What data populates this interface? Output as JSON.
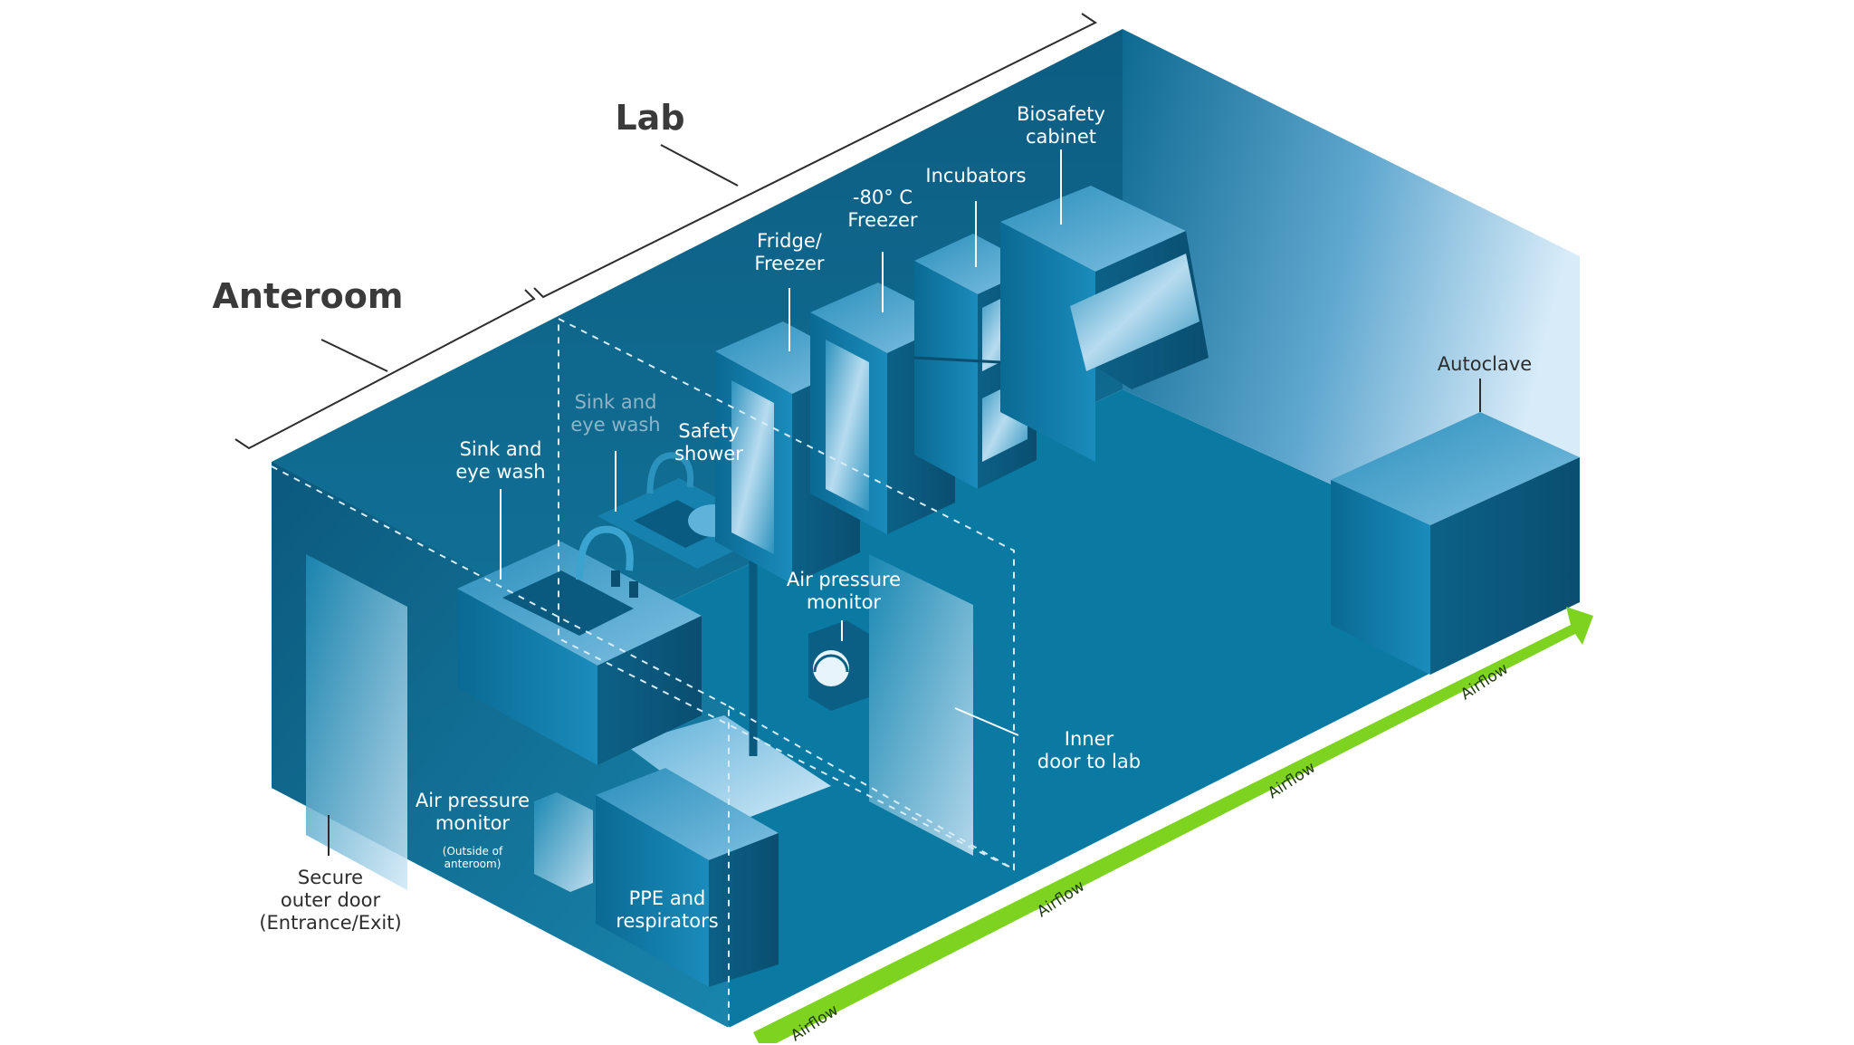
{
  "labels": {
    "lab": "Lab",
    "anteroom": "Anteroom",
    "biosafety_cabinet": "Biosafety\ncabinet",
    "incubators": "Incubators",
    "freezer_80": "-80° C\nFreezer",
    "fridge_freezer": "Fridge/\nFreezer",
    "sink_lab": "Sink and\neye wash",
    "safety_shower": "Safety\nshower",
    "sink_anteroom": "Sink and\neye wash",
    "air_pressure_lab": "Air pressure\nmonitor",
    "inner_door": "Inner\ndoor to lab",
    "autoclave": "Autoclave",
    "air_pressure_ante": "Air pressure\nmonitor",
    "air_pressure_ante_note": "(Outside of\nanteroom)",
    "outer_door": "Secure\nouter door\n(Entrance/Exit)",
    "ppe": "PPE and\nrespirators"
  },
  "airflow": [
    "Airflow",
    "Airflow",
    "Airflow",
    "Airflow"
  ],
  "colors": {
    "wall_dark": "#0d5c80",
    "wall_mid": "#1479a0",
    "floor": "#0a7aa3",
    "back_wall_light": "#cfe6f6",
    "airflow_arrow": "#7ed321",
    "label_dark": "#2d2d2d"
  }
}
